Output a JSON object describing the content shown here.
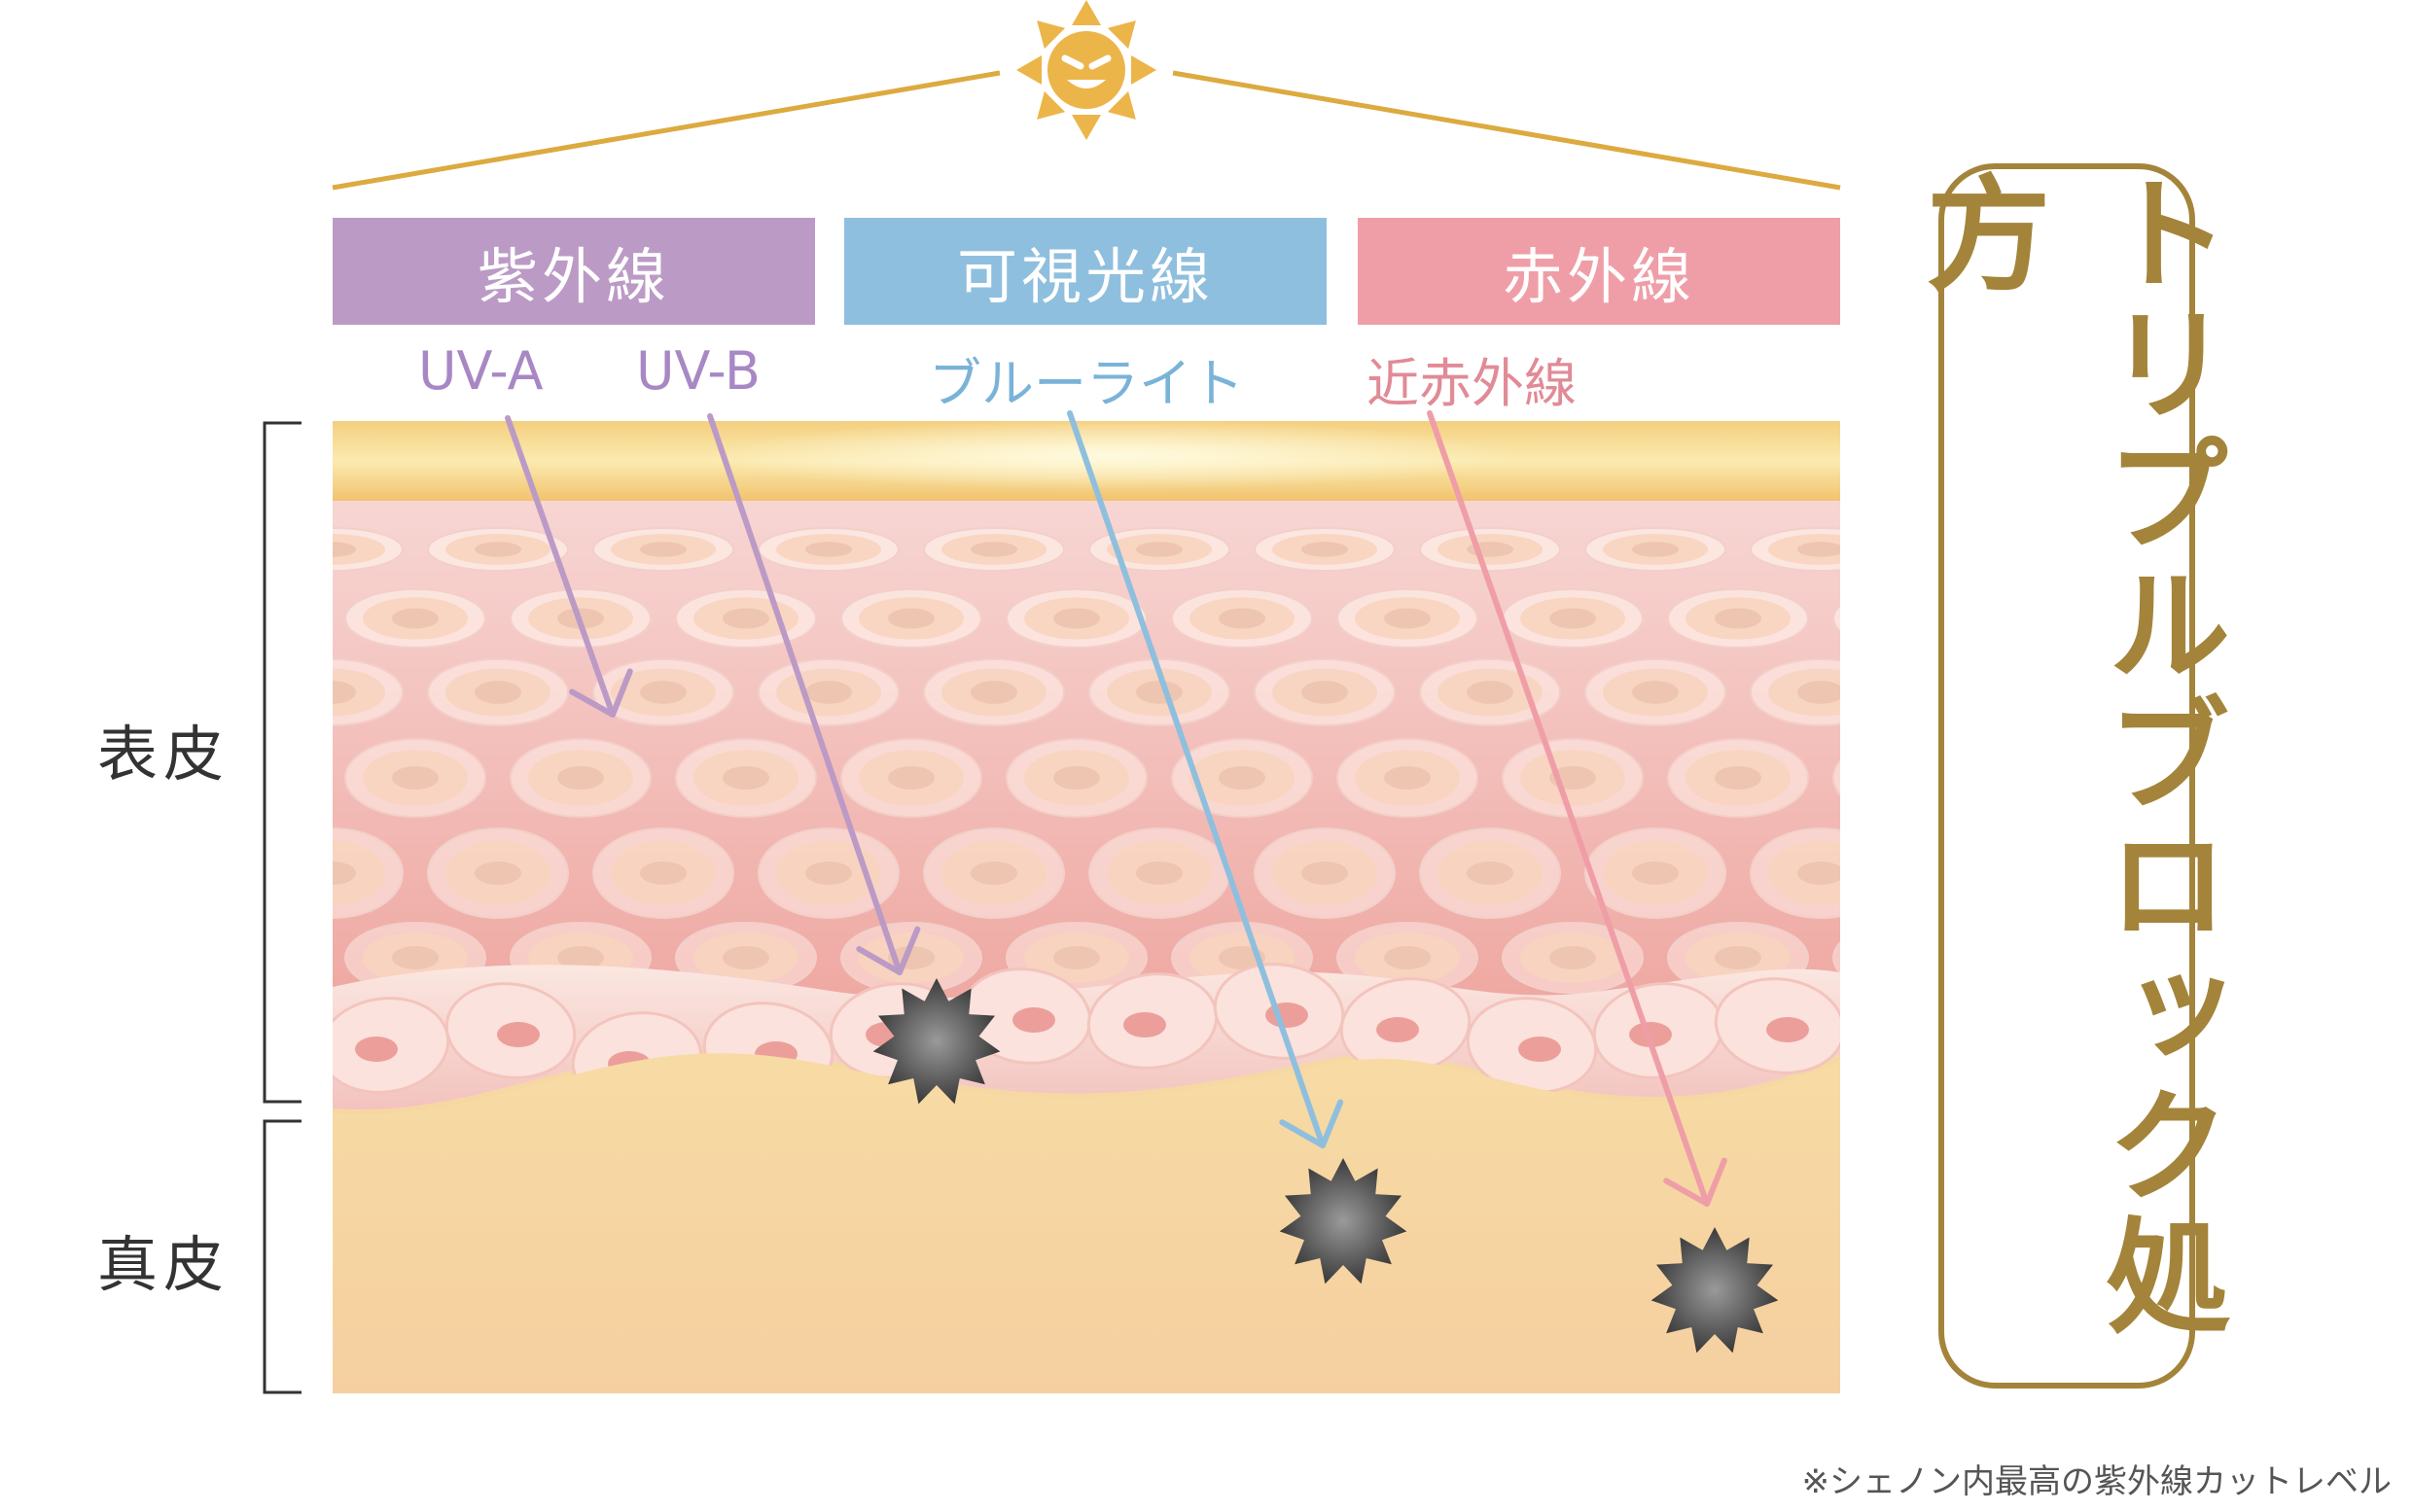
{
  "colors": {
    "uv": "#bc9ac6",
    "visible": "#8fbfde",
    "infrared": "#ef9ea7",
    "uv_text": "#a888c4",
    "visible_text": "#7ab3d8",
    "infrared_text": "#e08b97",
    "sun": "#ecb54a",
    "roof": "#dcaa3f",
    "accent": "#a3843a",
    "damage": "#4a4a4a"
  },
  "sun": {
    "icon": "angry-sun-icon"
  },
  "headers": [
    {
      "label": "紫外線"
    },
    {
      "label": "可視光線"
    },
    {
      "label": "赤外線"
    }
  ],
  "sublabels": [
    {
      "label": "UV-A"
    },
    {
      "label": "UV-B"
    },
    {
      "label": "ブルーライト"
    },
    {
      "label": "近赤外線"
    }
  ],
  "layers": {
    "epidermis": "表皮",
    "dermis": "真皮"
  },
  "tag": {
    "label": "トリプルブロック処方"
  },
  "footnote": "※シェノン内最高の紫外線カットレベル",
  "damage": {
    "icon": "damage-burst-icon"
  }
}
